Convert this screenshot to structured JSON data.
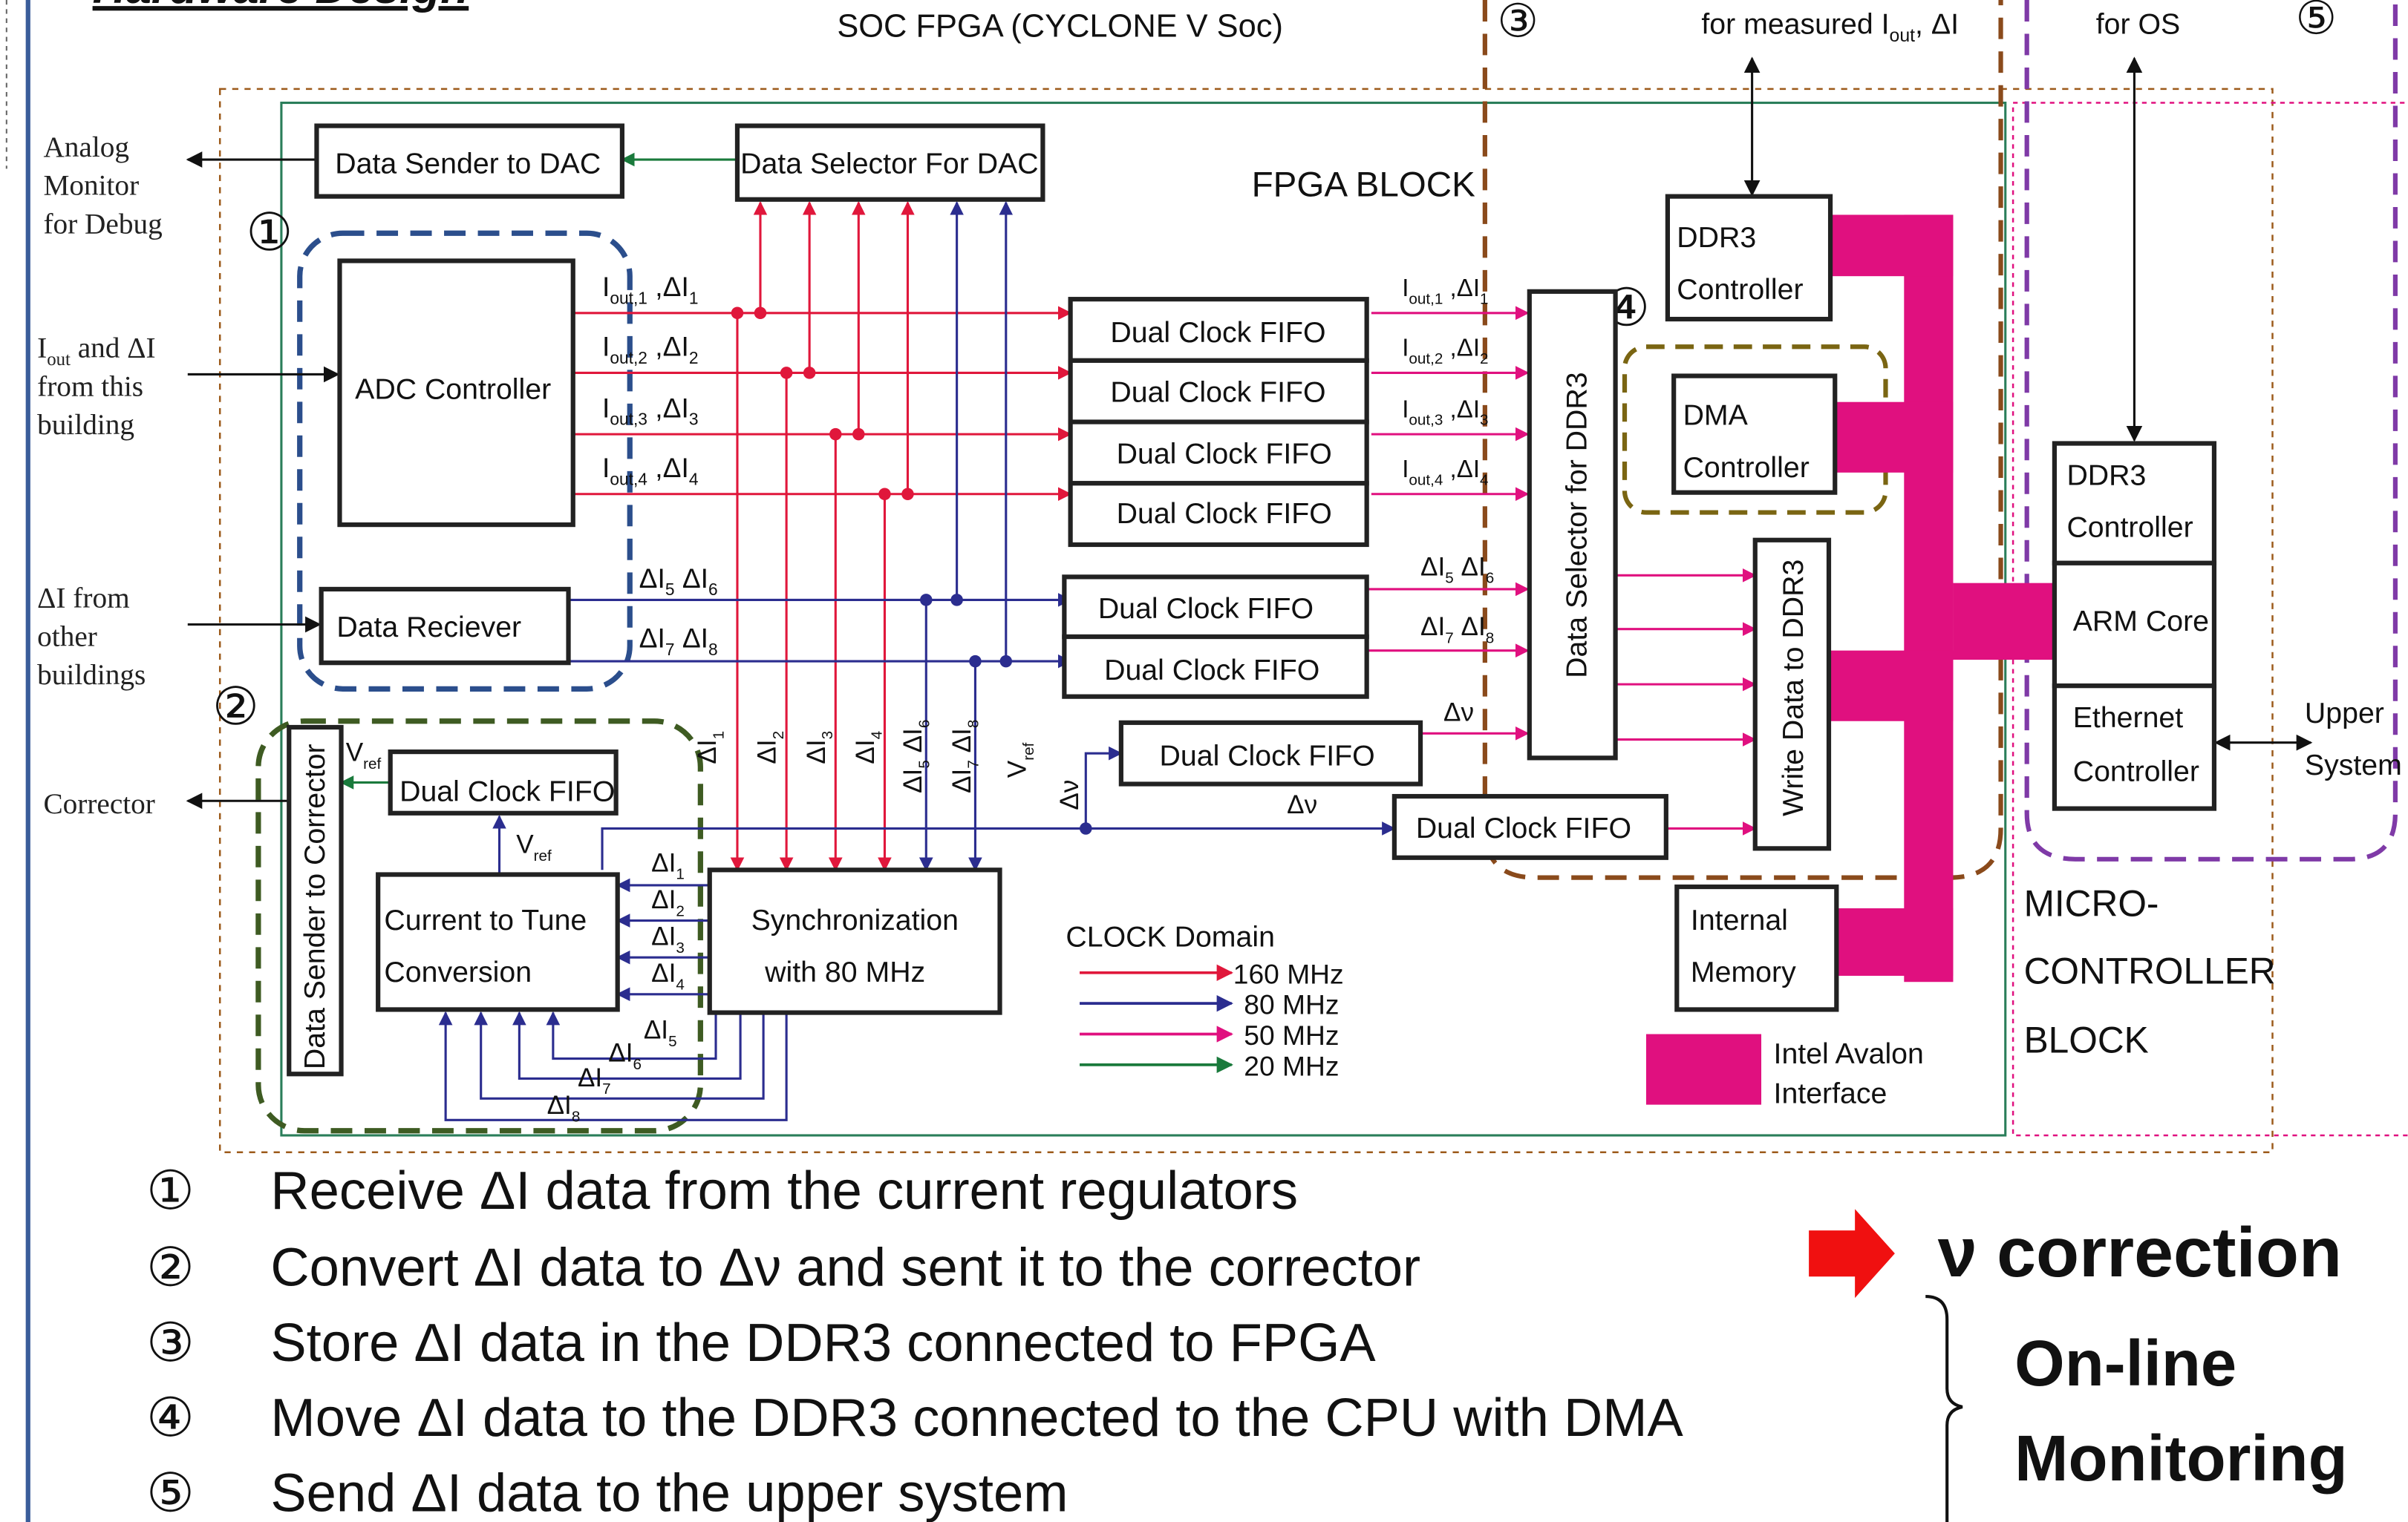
{
  "colors": {
    "red": "#e0173b",
    "blue": "#2b2d8f",
    "pink": "#e0107f",
    "green": "#1a7a3c",
    "region_blue": "#2b4e8c",
    "region_green": "#3e5b22",
    "region_brown": "#8a4a1b",
    "region_olive": "#7a6512",
    "region_purple": "#7f3aa7",
    "fpga_green": "#2a7e5a",
    "avalon": "#e0107f",
    "nu_red": "#f01010"
  },
  "header": {
    "title_partial": "Hardware Design",
    "soc_label": "SOC FPGA (CYCLONE V Soc)",
    "region3_num": "③",
    "region3_note": "for measured I",
    "region3_note_sub": "out",
    "region3_note_tail": ", ΔI",
    "region5_note": "for OS",
    "region5_num": "⑤"
  },
  "labels": {
    "fpga_block": "FPGA BLOCK",
    "micro_block": [
      "MICRO-",
      "CONTROLLER",
      "BLOCK"
    ],
    "region1_num": "①",
    "region2_num": "②",
    "region4_num": "④",
    "analog_monitor": [
      "Analog",
      "Monitor",
      "for Debug"
    ],
    "iout_from": [
      "I",
      "out",
      " and ΔI",
      "from this",
      "building"
    ],
    "di_from": [
      "ΔI from",
      "other",
      "buildings"
    ],
    "corrector": "Corrector",
    "upper_system": [
      "Upper",
      "System"
    ]
  },
  "blocks": {
    "data_sender_dac": "Data Sender to DAC",
    "data_selector_dac": "Data Selector For DAC",
    "adc_controller": "ADC Controller",
    "data_receiver": "Data Reciever",
    "dual_clock_fifo": "Dual Clock FIFO",
    "data_sender_corrector": "Data Sender to Corrector",
    "current_to_tune": [
      "Current to Tune",
      "Conversion"
    ],
    "synchronization": [
      "Synchronization",
      "with 80 MHz"
    ],
    "data_selector_ddr3": "Data Selector for DDR3",
    "write_data_ddr3": "Write Data to DDR3",
    "ddr3_controller": [
      "DDR3",
      "Controller"
    ],
    "dma_controller": [
      "DMA",
      "Controller"
    ],
    "internal_memory": [
      "Internal",
      "Memory"
    ],
    "arm_core": "ARM Core",
    "ethernet_controller": [
      "Ethernet",
      "Controller"
    ]
  },
  "signals": {
    "iout": "I",
    "delta_i": "ΔI",
    "vref": "V",
    "vref_sub": "ref",
    "dv": "Δν",
    "out_sub": [
      "out,1",
      "out,2",
      "out,3",
      "out,4"
    ],
    "di_sub": [
      "1",
      "2",
      "3",
      "4",
      "5",
      "6",
      "7",
      "8"
    ]
  },
  "clock_legend": {
    "title": "CLOCK Domain",
    "items": [
      {
        "label": "160 MHz",
        "color": "#e0173b"
      },
      {
        "label": "80 MHz",
        "color": "#2b2d8f"
      },
      {
        "label": "50 MHz",
        "color": "#e0107f"
      },
      {
        "label": "20 MHz",
        "color": "#1a7a3c"
      }
    ]
  },
  "avalon_legend": [
    "Intel Avalon",
    "Interface"
  ],
  "steps": [
    {
      "num": "①",
      "text": "Receive ΔI data from the current regulators",
      "color": "#2b3f7a"
    },
    {
      "num": "②",
      "text": "Convert ΔI data to Δν and sent it to the corrector",
      "color": "#3e5b22"
    },
    {
      "num": "③",
      "text": "Store ΔI data in the DDR3 connected to FPGA",
      "color": "#8a4a1b"
    },
    {
      "num": "④",
      "text": "Move ΔI data to the DDR3 connected to the CPU with DMA",
      "color": "#7a6512"
    },
    {
      "num": "⑤",
      "text": "Send ΔI data to the upper system",
      "color": "#7f3aa7"
    }
  ],
  "results": {
    "nu_correction": "ν correction",
    "online": [
      "On-line",
      "Monitoring"
    ]
  }
}
